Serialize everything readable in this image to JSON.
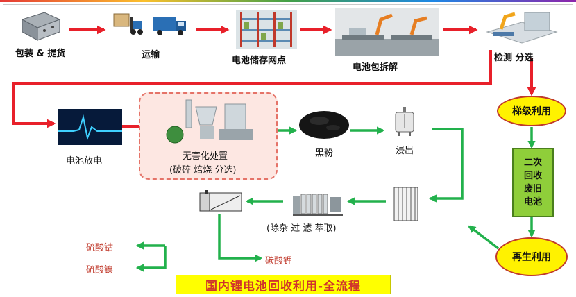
{
  "title": "国内锂电池回收利用-全流程",
  "steps": {
    "packaging": "包装 & 提货",
    "transport": "运输",
    "storage": "电池储存网点",
    "dismantle": "电池包拆解",
    "inspect": "检测 分选",
    "discharge": "电池放电",
    "harmless_line1": "无害化处置",
    "harmless_line2": "(破碎 焙烧 分选)",
    "black_powder": "黑粉",
    "leaching": "浸出",
    "purify": "(除杂  过 滤   萃取)"
  },
  "branches": {
    "cascade": "梯级利用",
    "used_battery": "二次回收废旧电池",
    "regen": "再生利用"
  },
  "products": {
    "cobalt_sulfate": "硫酸钴",
    "nickel_sulfate": "硫酸镍",
    "lithium_carbonate": "碳酸锂"
  },
  "colors": {
    "red_arrow": "#e8202a",
    "green_arrow": "#22b14c",
    "oval_fill": "#fff200",
    "box_fill": "#8fce3a",
    "banner_fill": "#ffff00"
  }
}
